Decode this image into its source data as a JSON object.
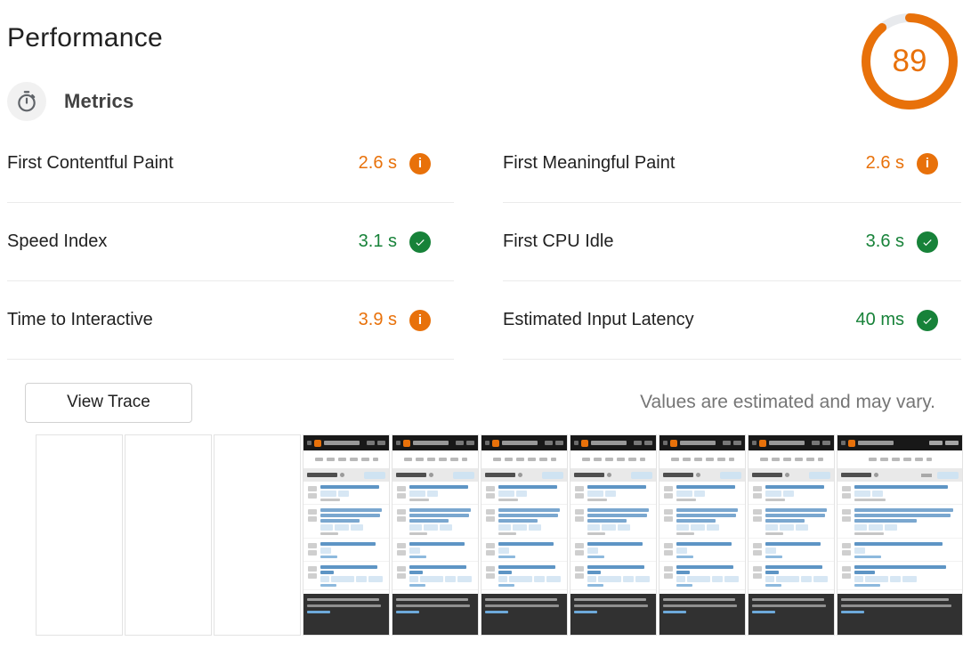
{
  "page": {
    "title": "Performance"
  },
  "gauge": {
    "score": "89",
    "color": "#e8710a",
    "track_color": "#e8eaed"
  },
  "metrics": {
    "heading": "Metrics",
    "view_trace_label": "View Trace",
    "disclaimer": "Values are estimated and may vary.",
    "items": [
      {
        "label": "First Contentful Paint",
        "value": "2.6 s",
        "status": "average",
        "icon": "info-icon"
      },
      {
        "label": "First Meaningful Paint",
        "value": "2.6 s",
        "status": "average",
        "icon": "info-icon"
      },
      {
        "label": "Speed Index",
        "value": "3.1 s",
        "status": "pass",
        "icon": "check-icon"
      },
      {
        "label": "First CPU Idle",
        "value": "3.6 s",
        "status": "pass",
        "icon": "check-icon"
      },
      {
        "label": "Time to Interactive",
        "value": "3.9 s",
        "status": "average",
        "icon": "info-icon"
      },
      {
        "label": "Estimated Input Latency",
        "value": "40 ms",
        "status": "pass",
        "icon": "check-icon"
      }
    ]
  },
  "status_colors": {
    "average": "#e8710a",
    "pass": "#178239"
  },
  "filmstrip": {
    "frames": [
      {
        "state": "blank"
      },
      {
        "state": "blank"
      },
      {
        "state": "blank"
      },
      {
        "state": "loaded"
      },
      {
        "state": "loaded"
      },
      {
        "state": "loaded"
      },
      {
        "state": "loaded"
      },
      {
        "state": "loaded"
      },
      {
        "state": "loaded"
      },
      {
        "state": "loaded",
        "variant": "wide"
      }
    ]
  }
}
